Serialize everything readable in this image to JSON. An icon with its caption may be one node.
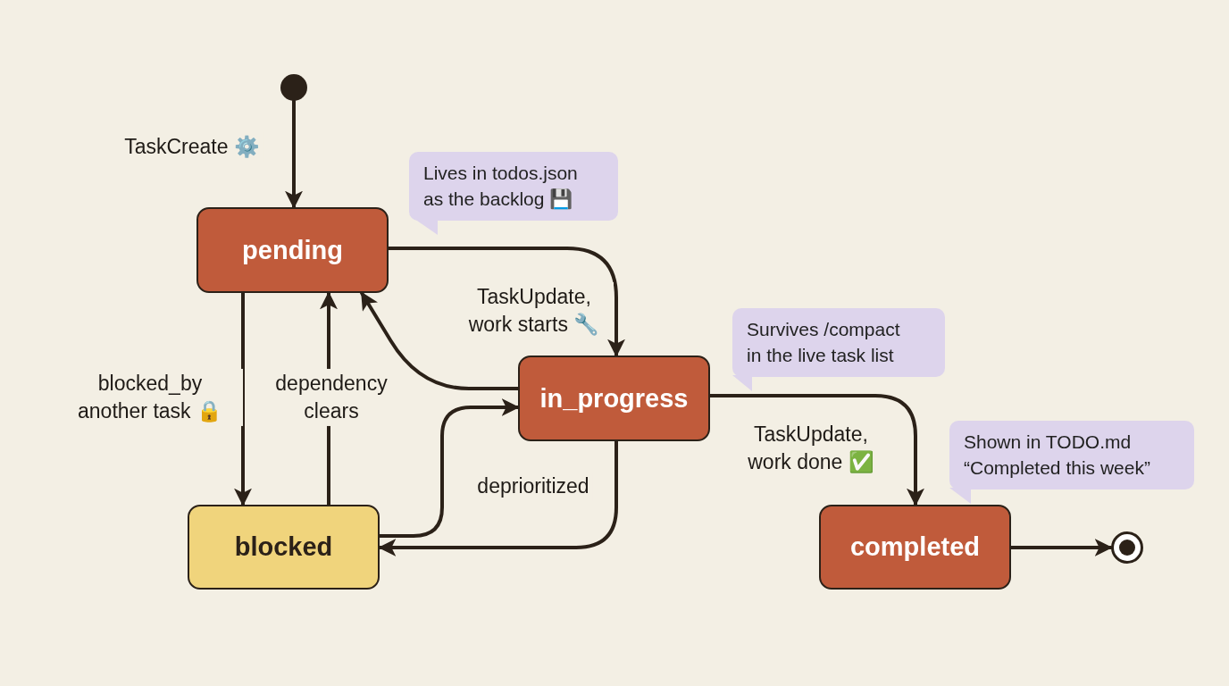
{
  "diagram": {
    "nodes": [
      {
        "text": [],
        "shape": "circle"
      },
      {
        "text": [
          "pending"
        ]
      },
      {
        "text": [
          "Lives in todos.json as the backlog 💾"
        ]
      },
      {
        "text": [
          "in_progress"
        ]
      },
      {
        "text": [
          "Survives /compact in the live task list"
        ]
      },
      {
        "text": [
          "blocked"
        ]
      },
      {
        "text": [
          "completed"
        ]
      },
      {
        "text": [
          "Shown in TODO.md “Completed this week”"
        ]
      },
      {
        "text": [],
        "shape": "circle"
      }
    ],
    "edges": [
      {
        "from": 0,
        "to": 1,
        "arrow": "to",
        "label": "TaskCreate ⚙️"
      },
      {
        "from": 1,
        "to": 3,
        "arrow": "to",
        "label": "TaskUpdate, work starts 🔧"
      },
      {
        "from": 3,
        "to": 1,
        "arrow": "to"
      },
      {
        "from": 1,
        "to": 5,
        "arrow": "to",
        "label": "blocked_by another task 🔒"
      },
      {
        "from": 5,
        "to": 1,
        "arrow": "to",
        "label": "dependency clears"
      },
      {
        "from": 5,
        "to": 3,
        "arrow": "to"
      },
      {
        "from": 3,
        "to": 5,
        "arrow": "to",
        "label": "deprioritized"
      },
      {
        "from": 3,
        "to": 6,
        "arrow": "to",
        "label": "TaskUpdate, work done ✅"
      },
      {
        "from": 6,
        "to": 8,
        "arrow": "to"
      }
    ]
  }
}
